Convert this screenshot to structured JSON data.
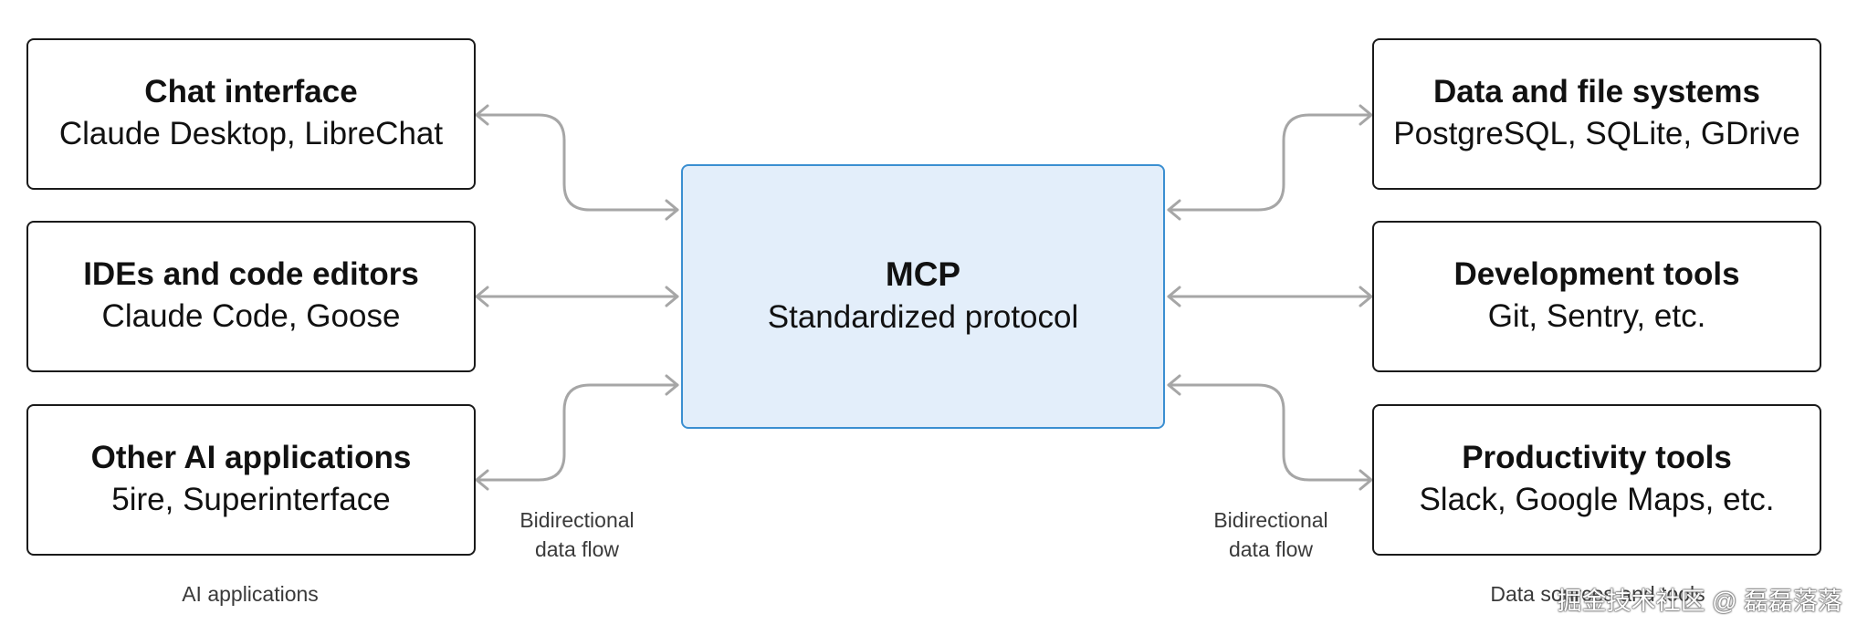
{
  "left_group": {
    "label": "AI applications",
    "nodes": [
      {
        "title": "Chat interface",
        "subtitle": "Claude Desktop, LibreChat"
      },
      {
        "title": "IDEs and code editors",
        "subtitle": "Claude Code, Goose"
      },
      {
        "title": "Other AI applications",
        "subtitle": "5ire, Superinterface"
      }
    ],
    "flow_label": "Bidirectional\ndata flow"
  },
  "hub": {
    "title": "MCP",
    "subtitle": "Standardized protocol"
  },
  "right_group": {
    "label": "Data sources and tools",
    "nodes": [
      {
        "title": "Data and file systems",
        "subtitle": "PostgreSQL, SQLite, GDrive"
      },
      {
        "title": "Development tools",
        "subtitle": "Git, Sentry, etc."
      },
      {
        "title": "Productivity tools",
        "subtitle": "Slack, Google Maps, etc."
      }
    ],
    "flow_label": "Bidirectional\ndata flow"
  },
  "watermark": "掘金技术社区 @ 磊磊落落",
  "colors": {
    "hub_fill": "#e3eefa",
    "hub_border": "#3b8fd1",
    "node_border": "#1a1a1a",
    "connector": "#a6a6a6"
  }
}
